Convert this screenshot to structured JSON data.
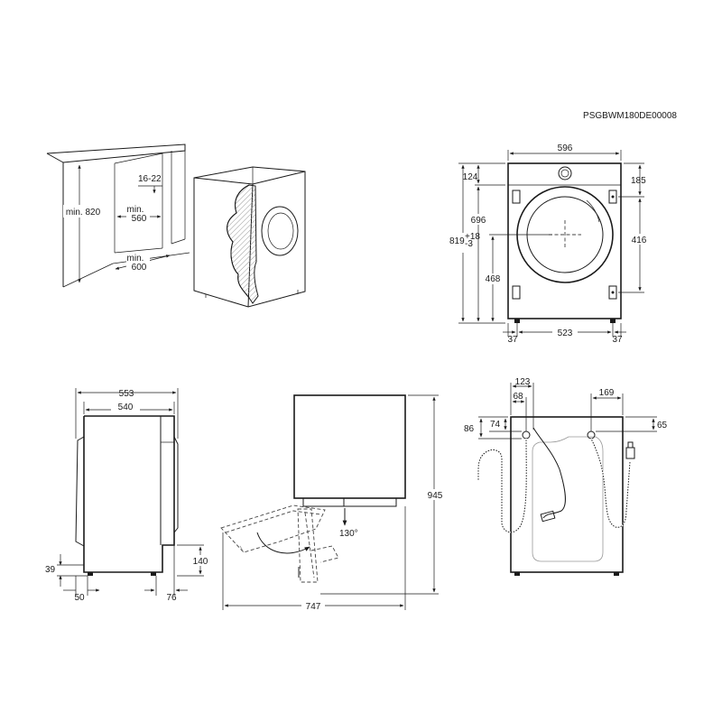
{
  "reference_code": "PSGBWM180DE00008",
  "niche": {
    "min_height": "min. 820",
    "gap": "16-22",
    "min_width": "min.\n560",
    "min_depth": "min.\n600",
    "min_width_l1": "min.",
    "min_width_l2": "560",
    "min_depth_l1": "min.",
    "min_depth_l2": "600"
  },
  "front_view": {
    "width": "596",
    "top_to_hinge": "124",
    "hinge_to_top": "185",
    "door_center_height": "696",
    "total_height": "819",
    "total_height_tol_plus": "+18",
    "total_height_tol_minus": "-3",
    "hinge_span": "416",
    "lower_hinge_height": "468",
    "feet_span": "523",
    "left_foot_offset": "37",
    "right_foot_offset": "37"
  },
  "side_view": {
    "overall_depth": "553",
    "body_depth": "540",
    "foot_height": "39",
    "front_offset": "50",
    "rear_step_height": "140",
    "rear_offset": "76"
  },
  "door_view": {
    "total_height": "945",
    "door_opening_depth": "747",
    "door_angle": "130°"
  },
  "rear_view": {
    "inlet_offset_outer": "123",
    "inlet_offset_inner": "68",
    "outlet_offset": "169",
    "inlet_height_outer": "86",
    "inlet_height_inner": "74",
    "outlet_height": "65"
  }
}
